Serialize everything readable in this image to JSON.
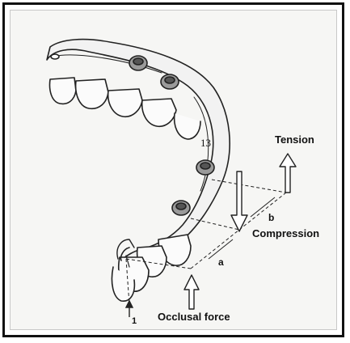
{
  "labels": {
    "tension": "Tension",
    "compression": "Compression",
    "occlusal_force": "Occlusal force",
    "dimension_a": "a",
    "dimension_b": "b",
    "tooth_13": "13",
    "tooth_1": "1"
  },
  "colors": {
    "frame": "#111111",
    "background": "#f6f6f4",
    "ink": "#222222"
  }
}
